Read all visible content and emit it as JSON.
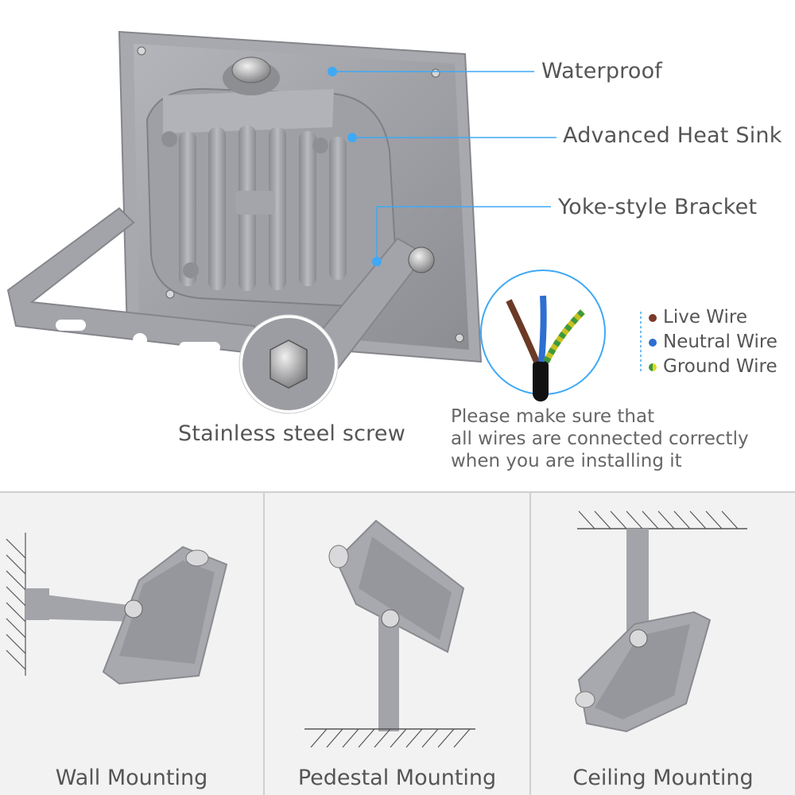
{
  "callouts": {
    "waterproof": "Waterproof",
    "heat_sink": "Advanced Heat Sink",
    "bracket": "Yoke-style Bracket",
    "screw": "Stainless steel screw"
  },
  "wires": [
    {
      "label": "Live Wire",
      "color": "#7a3a2a"
    },
    {
      "label": "Neutral Wire",
      "color": "#2f6fd0"
    },
    {
      "label": "Ground Wire",
      "color": "#c8c020"
    }
  ],
  "note": {
    "line1": "Please make sure that",
    "line2": "all wires are connected correctly",
    "line3": "when you are installing it"
  },
  "mounting": {
    "wall": "Wall Mounting",
    "pedestal": "Pedestal Mounting",
    "ceiling": "Ceiling Mounting"
  },
  "colors": {
    "accent": "#3fa9f5",
    "body_gray": "#9a9ba0",
    "panel_bg": "#f2f2f2"
  }
}
